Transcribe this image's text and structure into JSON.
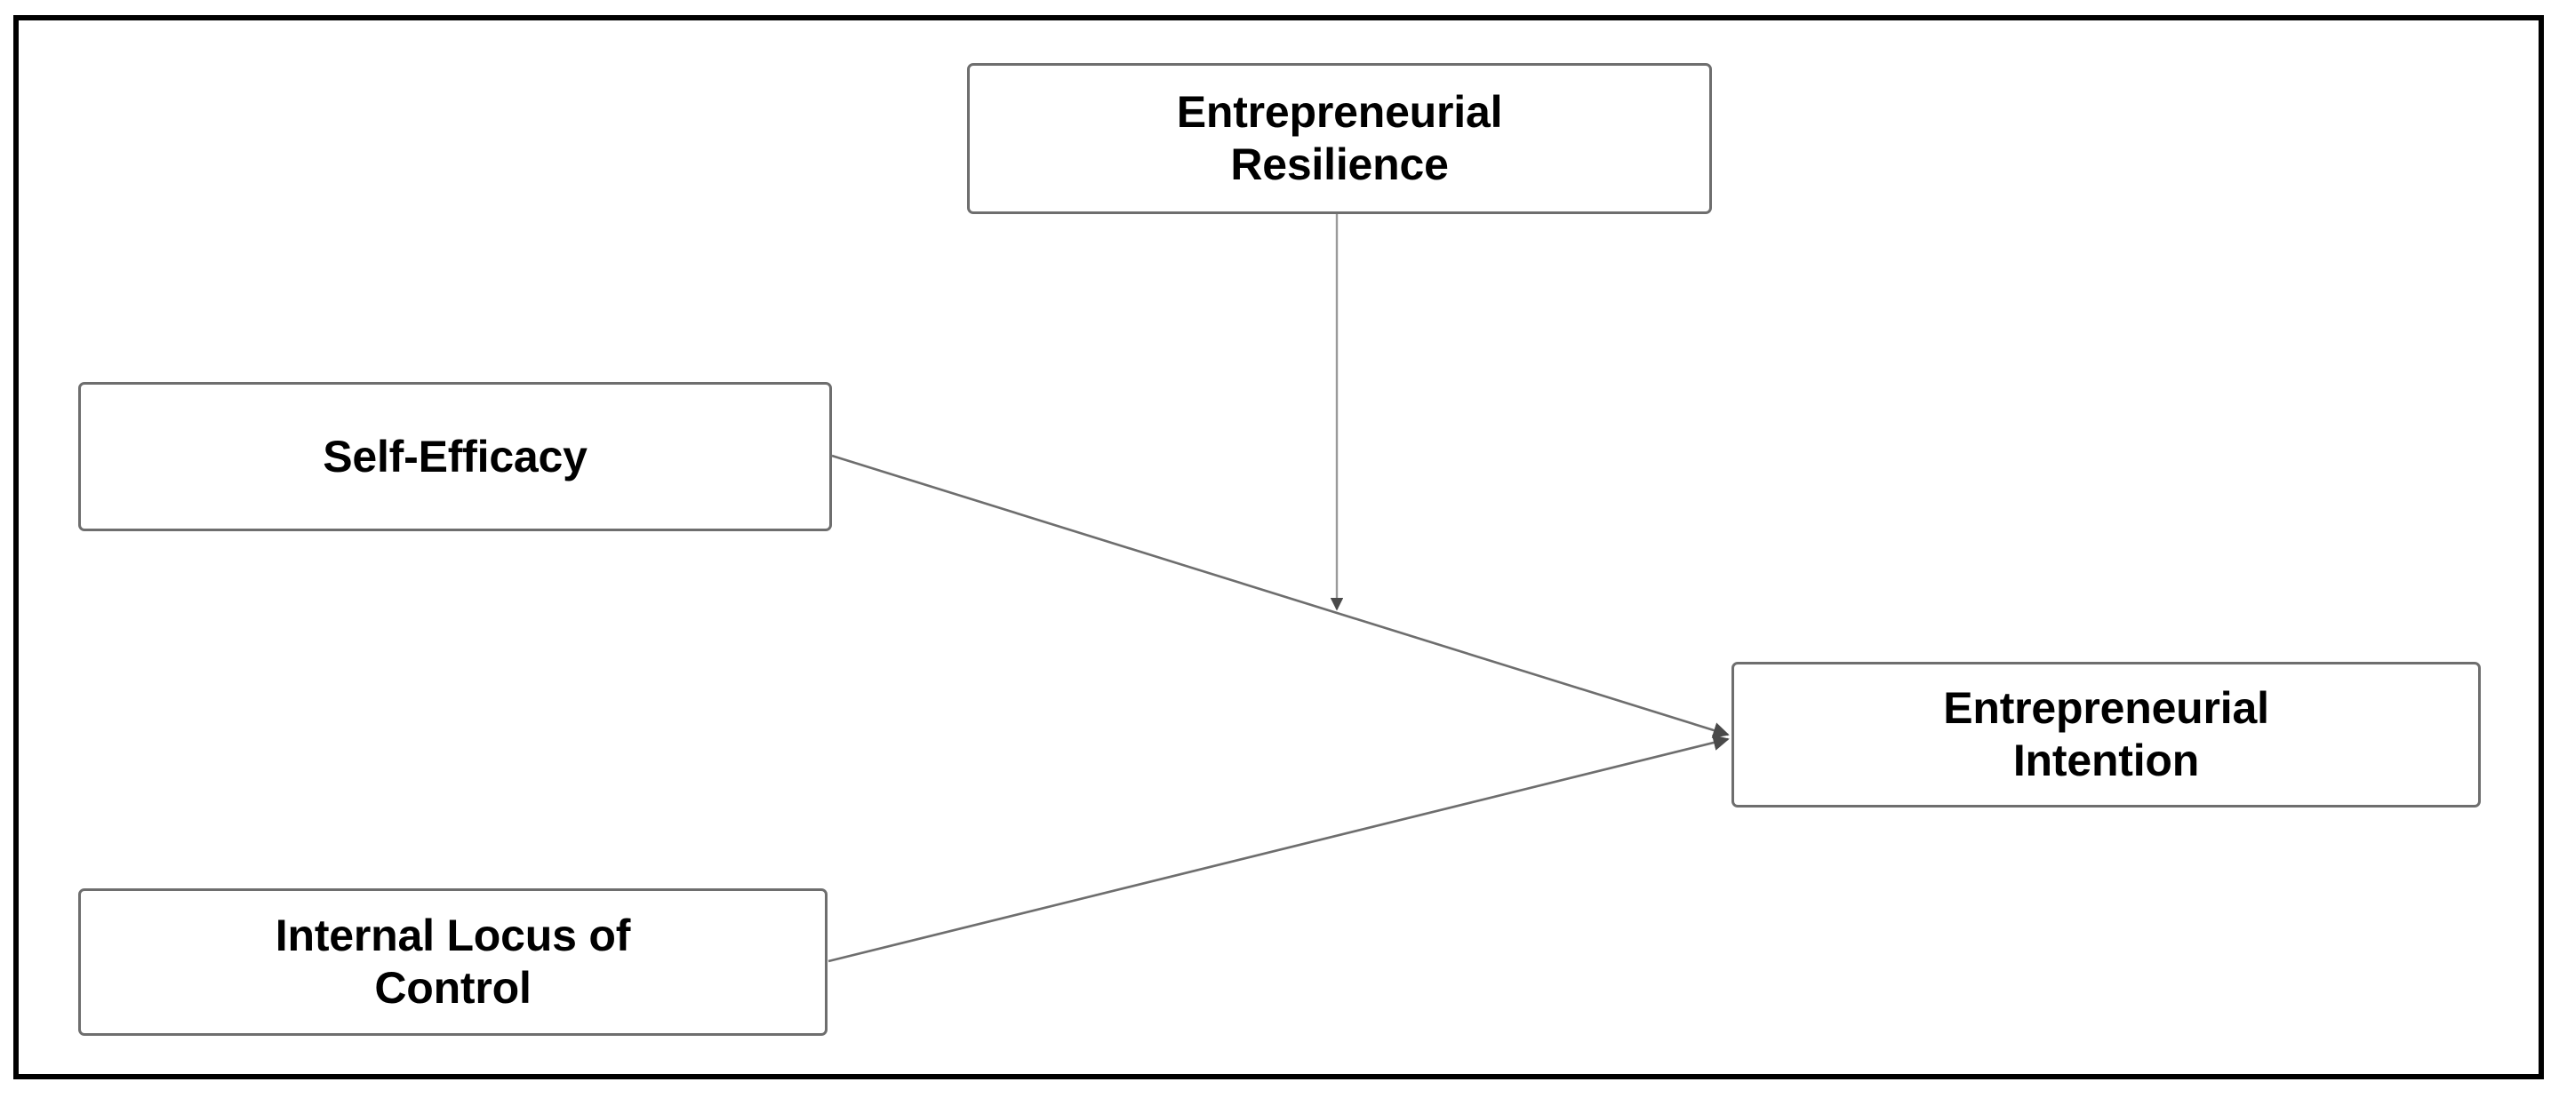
{
  "diagram": {
    "type": "conceptual-model",
    "orientation": "horizontal",
    "frame": {
      "border_color": "#000000",
      "background_color": "#ffffff"
    },
    "style": {
      "box_fill": "#ffffff",
      "box_border_color": "#6e6e6e",
      "connector_color": "#6e6e6e",
      "text_color": "#000000"
    },
    "nodes": [
      {
        "id": "resilience",
        "label": "Entrepreneurial\nResilience",
        "role": "moderator",
        "position": "top-center"
      },
      {
        "id": "self_efficacy",
        "label": "Self-Efficacy",
        "role": "independent-variable",
        "position": "left-upper"
      },
      {
        "id": "locus",
        "label": "Internal Locus of\nControl",
        "role": "independent-variable",
        "position": "left-lower"
      },
      {
        "id": "intention",
        "label": "Entrepreneurial\nIntention",
        "role": "dependent-variable",
        "position": "right-center"
      }
    ],
    "edges": [
      {
        "id": "edge-self-efficacy-intention",
        "from": "self_efficacy",
        "to": "intention",
        "kind": "direct-effect",
        "arrowhead": "single"
      },
      {
        "id": "edge-locus-intention",
        "from": "locus",
        "to": "intention",
        "kind": "direct-effect",
        "arrowhead": "single"
      },
      {
        "id": "edge-resilience-moderation",
        "from": "resilience",
        "to": "edge-self-efficacy-intention",
        "kind": "moderation-effect",
        "arrowhead": "single"
      }
    ]
  }
}
